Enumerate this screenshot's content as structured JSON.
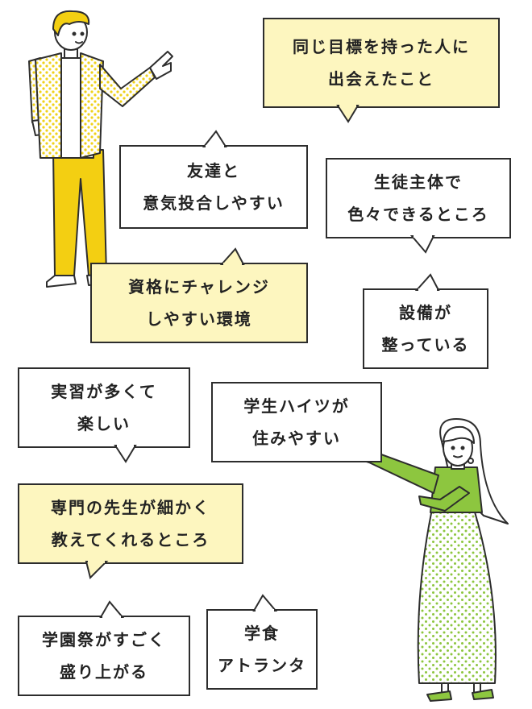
{
  "colors": {
    "bubble_white": "#ffffff",
    "bubble_yellow": "#fdf6bf",
    "outline": "#2d2d2d",
    "man_hair": "#f3cf12",
    "man_pants": "#f3cf12",
    "man_cardigan_dots": "#f0d21a",
    "woman_top": "#8dc63f",
    "woman_skirt_dots": "#8dc63f",
    "woman_shoes": "#8dc63f"
  },
  "bubbles": [
    {
      "id": "b1",
      "text": "同じ目標を持った人に\n出会えたこと",
      "color": "yellow"
    },
    {
      "id": "b2",
      "text": "友達と\n意気投合しやすい",
      "color": "white"
    },
    {
      "id": "b3",
      "text": "生徒主体で\n色々できるところ",
      "color": "white"
    },
    {
      "id": "b4",
      "text": "資格にチャレンジ\nしやすい環境",
      "color": "yellow"
    },
    {
      "id": "b5",
      "text": "設備が\n整っている",
      "color": "white"
    },
    {
      "id": "b6",
      "text": "実習が多くて\n楽しい",
      "color": "white"
    },
    {
      "id": "b7",
      "text": "学生ハイツが\n住みやすい",
      "color": "white"
    },
    {
      "id": "b8",
      "text": "専門の先生が細かく\n教えてくれるところ",
      "color": "yellow"
    },
    {
      "id": "b9",
      "text": "学園祭がすごく\n盛り上がる",
      "color": "white"
    },
    {
      "id": "b10",
      "text": "学食\nアトランタ",
      "color": "white"
    }
  ],
  "icons": [
    "man-illustration",
    "woman-illustration"
  ]
}
